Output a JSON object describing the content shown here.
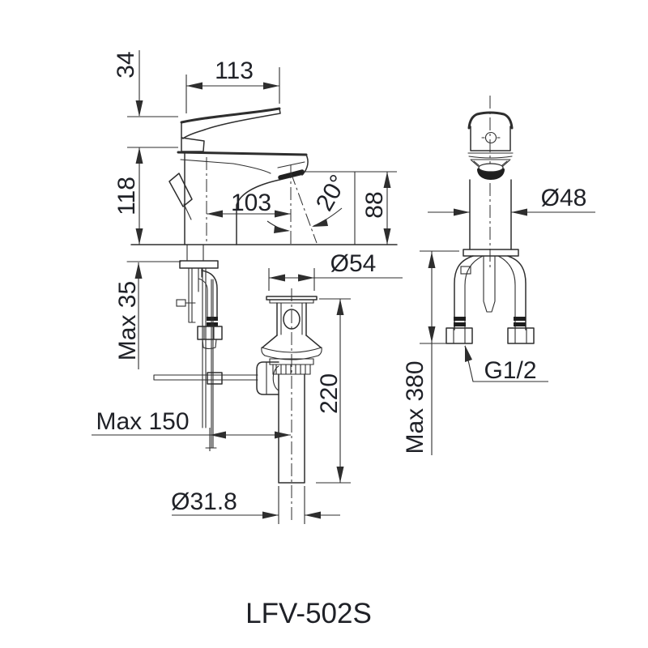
{
  "model_label": "LFV-502S",
  "dimensions": {
    "handle_height": "34",
    "handle_length": "113",
    "faucet_height": "118",
    "spout_reach": "103",
    "spout_angle": "20°",
    "outlet_height": "88",
    "drain_flange_diameter": "Ø54",
    "max_deck_thickness": "Max 35",
    "tailpipe_length": "220",
    "max_rod_reach": "Max 150",
    "tailpipe_diameter": "Ø31.8",
    "body_diameter": "Ø48",
    "max_hose_length": "Max 380",
    "hose_thread": "G1/2"
  },
  "colors": {
    "line": "#2e2e2e",
    "text": "#1f2127",
    "dark_fill": "#1e1e1e",
    "background": "#ffffff"
  }
}
